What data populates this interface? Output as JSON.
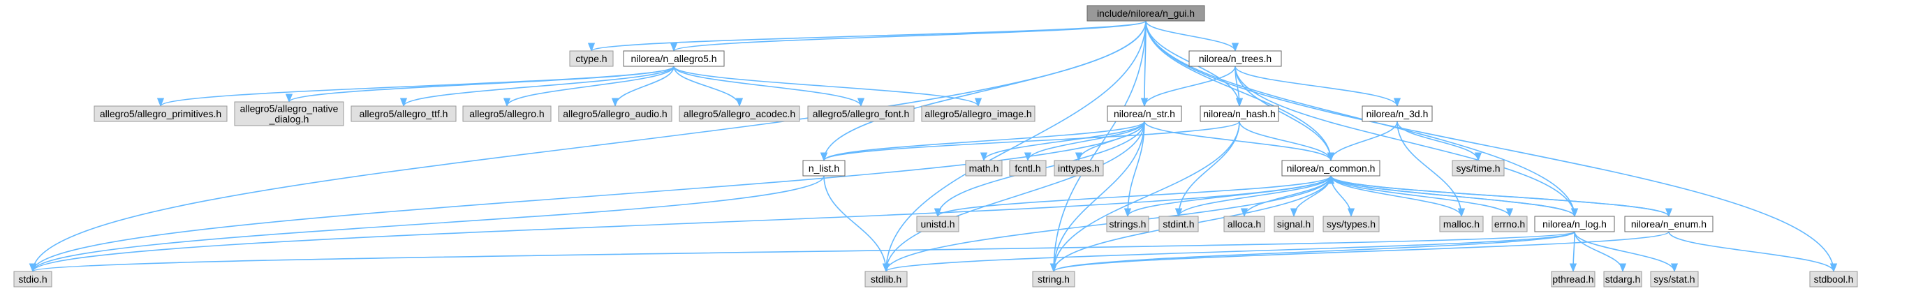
{
  "colors": {
    "edge": "#63b8ff",
    "root_fill": "#999999",
    "local_fill": "#ffffff",
    "system_fill": "#e0e0e0"
  },
  "nodes": {
    "root": {
      "label": [
        "include/nilorea/n_gui.h"
      ],
      "kind": "root"
    },
    "ctype": {
      "label": [
        "ctype.h"
      ],
      "kind": "system"
    },
    "n_allegro5": {
      "label": [
        "nilorea/n_allegro5.h"
      ],
      "kind": "local"
    },
    "n_trees": {
      "label": [
        "nilorea/n_trees.h"
      ],
      "kind": "local"
    },
    "al_prims": {
      "label": [
        "allegro5/allegro_primitives.h"
      ],
      "kind": "system"
    },
    "al_native": {
      "label": [
        "allegro5/allegro_native",
        "_dialog.h"
      ],
      "kind": "system"
    },
    "al_ttf": {
      "label": [
        "allegro5/allegro_ttf.h"
      ],
      "kind": "system"
    },
    "allegro": {
      "label": [
        "allegro5/allegro.h"
      ],
      "kind": "system"
    },
    "al_audio": {
      "label": [
        "allegro5/allegro_audio.h"
      ],
      "kind": "system"
    },
    "al_acodec": {
      "label": [
        "allegro5/allegro_acodec.h"
      ],
      "kind": "system"
    },
    "al_font": {
      "label": [
        "allegro5/allegro_font.h"
      ],
      "kind": "system"
    },
    "al_image": {
      "label": [
        "allegro5/allegro_image.h"
      ],
      "kind": "system"
    },
    "n_str": {
      "label": [
        "nilorea/n_str.h"
      ],
      "kind": "local"
    },
    "n_hash": {
      "label": [
        "nilorea/n_hash.h"
      ],
      "kind": "local"
    },
    "n_3d": {
      "label": [
        "nilorea/n_3d.h"
      ],
      "kind": "local"
    },
    "n_list": {
      "label": [
        "n_list.h"
      ],
      "kind": "local"
    },
    "math": {
      "label": [
        "math.h"
      ],
      "kind": "system"
    },
    "fcntl": {
      "label": [
        "fcntl.h"
      ],
      "kind": "system"
    },
    "inttypes": {
      "label": [
        "inttypes.h"
      ],
      "kind": "system"
    },
    "n_common": {
      "label": [
        "nilorea/n_common.h"
      ],
      "kind": "local"
    },
    "systime": {
      "label": [
        "sys/time.h"
      ],
      "kind": "system"
    },
    "unistd": {
      "label": [
        "unistd.h"
      ],
      "kind": "system"
    },
    "strings": {
      "label": [
        "strings.h"
      ],
      "kind": "system"
    },
    "stdint": {
      "label": [
        "stdint.h"
      ],
      "kind": "system"
    },
    "alloca": {
      "label": [
        "alloca.h"
      ],
      "kind": "system"
    },
    "signal": {
      "label": [
        "signal.h"
      ],
      "kind": "system"
    },
    "systypes": {
      "label": [
        "sys/types.h"
      ],
      "kind": "system"
    },
    "malloc": {
      "label": [
        "malloc.h"
      ],
      "kind": "system"
    },
    "errno": {
      "label": [
        "errno.h"
      ],
      "kind": "system"
    },
    "n_log": {
      "label": [
        "nilorea/n_log.h"
      ],
      "kind": "local"
    },
    "n_enum": {
      "label": [
        "nilorea/n_enum.h"
      ],
      "kind": "local"
    },
    "stdio": {
      "label": [
        "stdio.h"
      ],
      "kind": "system"
    },
    "stdlib": {
      "label": [
        "stdlib.h"
      ],
      "kind": "system"
    },
    "string": {
      "label": [
        "string.h"
      ],
      "kind": "system"
    },
    "pthread": {
      "label": [
        "pthread.h"
      ],
      "kind": "system"
    },
    "stdarg": {
      "label": [
        "stdarg.h"
      ],
      "kind": "system"
    },
    "sysstat": {
      "label": [
        "sys/stat.h"
      ],
      "kind": "system"
    },
    "stdbool": {
      "label": [
        "stdbool.h"
      ],
      "kind": "system"
    }
  },
  "edges": [
    [
      "root",
      "ctype"
    ],
    [
      "root",
      "n_allegro5"
    ],
    [
      "root",
      "n_trees"
    ],
    [
      "root",
      "n_str"
    ],
    [
      "root",
      "n_hash"
    ],
    [
      "root",
      "n_common"
    ],
    [
      "root",
      "n_log"
    ],
    [
      "root",
      "n_list"
    ],
    [
      "root",
      "stdio"
    ],
    [
      "root",
      "stdlib"
    ],
    [
      "root",
      "string"
    ],
    [
      "root",
      "stdbool"
    ],
    [
      "n_allegro5",
      "al_prims"
    ],
    [
      "n_allegro5",
      "al_native"
    ],
    [
      "n_allegro5",
      "al_ttf"
    ],
    [
      "n_allegro5",
      "allegro"
    ],
    [
      "n_allegro5",
      "al_audio"
    ],
    [
      "n_allegro5",
      "al_acodec"
    ],
    [
      "n_allegro5",
      "al_font"
    ],
    [
      "n_allegro5",
      "al_image"
    ],
    [
      "n_trees",
      "n_str"
    ],
    [
      "n_trees",
      "n_hash"
    ],
    [
      "n_trees",
      "n_common"
    ],
    [
      "n_trees",
      "n_3d"
    ],
    [
      "n_trees",
      "n_log"
    ],
    [
      "n_str",
      "n_list"
    ],
    [
      "n_str",
      "math"
    ],
    [
      "n_str",
      "fcntl"
    ],
    [
      "n_str",
      "inttypes"
    ],
    [
      "n_str",
      "n_common"
    ],
    [
      "n_str",
      "stdio"
    ],
    [
      "n_str",
      "unistd"
    ],
    [
      "n_str",
      "strings"
    ],
    [
      "n_str",
      "string"
    ],
    [
      "n_str",
      "stdlib"
    ],
    [
      "n_hash",
      "n_list"
    ],
    [
      "n_hash",
      "n_common"
    ],
    [
      "n_hash",
      "stdint"
    ],
    [
      "n_hash",
      "string"
    ],
    [
      "n_3d",
      "n_common"
    ],
    [
      "n_3d",
      "systime"
    ],
    [
      "n_3d",
      "malloc"
    ],
    [
      "n_list",
      "stdio"
    ],
    [
      "n_list",
      "stdlib"
    ],
    [
      "n_common",
      "unistd"
    ],
    [
      "n_common",
      "strings"
    ],
    [
      "n_common",
      "stdint"
    ],
    [
      "n_common",
      "alloca"
    ],
    [
      "n_common",
      "signal"
    ],
    [
      "n_common",
      "systypes"
    ],
    [
      "n_common",
      "malloc"
    ],
    [
      "n_common",
      "errno"
    ],
    [
      "n_common",
      "n_log"
    ],
    [
      "n_common",
      "n_enum"
    ],
    [
      "n_common",
      "stdio"
    ],
    [
      "n_common",
      "stdlib"
    ],
    [
      "n_common",
      "string"
    ],
    [
      "n_log",
      "n_common"
    ],
    [
      "n_log",
      "pthread"
    ],
    [
      "n_log",
      "stdarg"
    ],
    [
      "n_log",
      "sysstat"
    ],
    [
      "n_log",
      "stdio"
    ],
    [
      "n_log",
      "stdlib"
    ],
    [
      "n_log",
      "string"
    ],
    [
      "n_enum",
      "n_common"
    ],
    [
      "n_enum",
      "stdbool"
    ],
    [
      "n_enum",
      "string"
    ]
  ]
}
